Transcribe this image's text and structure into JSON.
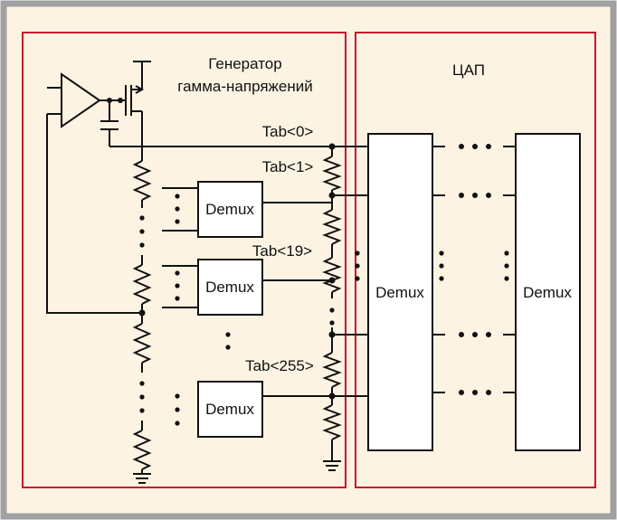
{
  "left_panel": {
    "title_line1": "Генератор",
    "title_line2": "гамма-напряжений",
    "demux_labels": [
      "Demux",
      "Demux",
      "Demux"
    ]
  },
  "right_panel": {
    "title": "ЦАП",
    "demux_labels": [
      "Demux",
      "Demux"
    ]
  },
  "taps": [
    "Tab<0>",
    "Tab<1>",
    "Tab<19>",
    "Tab<255>"
  ],
  "colors": {
    "frame_border": "#a0a0a0",
    "panel_fill": "#fdf3e2",
    "panel_border": "#c8102e",
    "line": "#111111"
  }
}
